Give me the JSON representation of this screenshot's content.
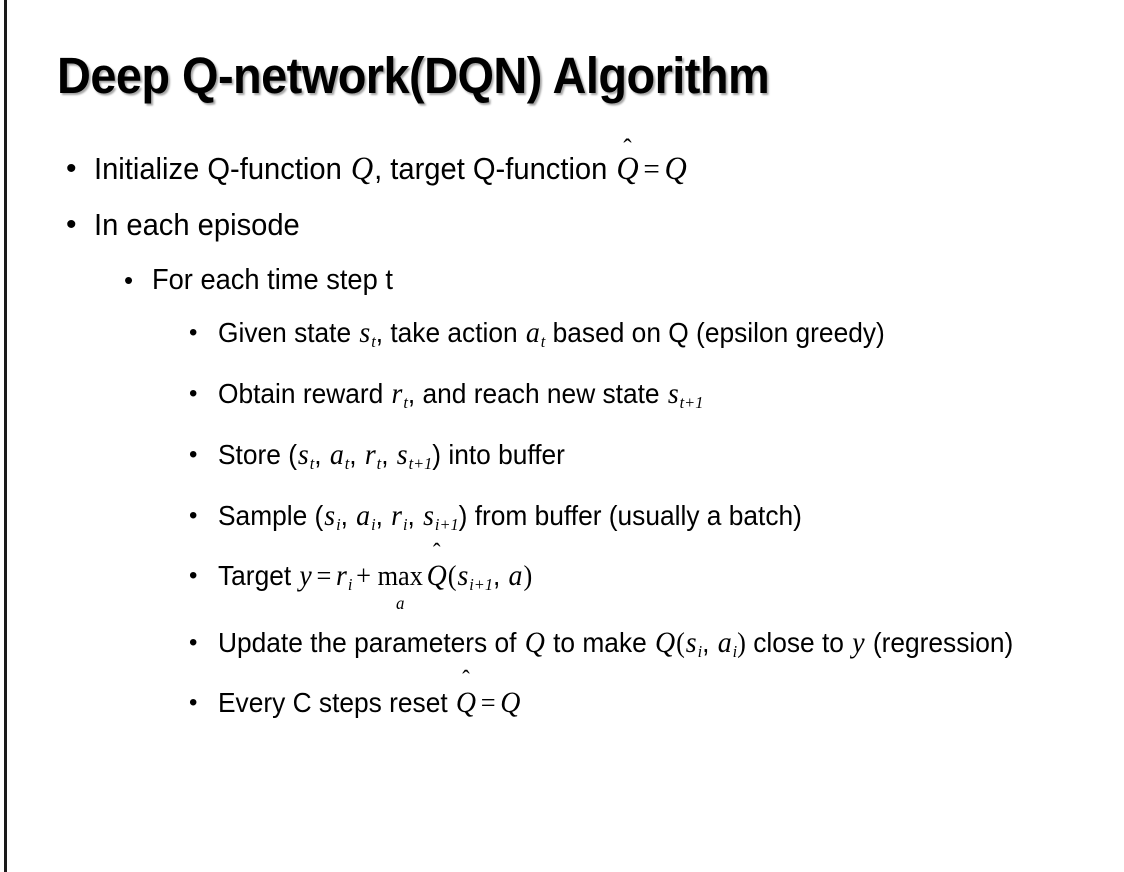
{
  "slide": {
    "title": "Deep Q-network(DQN) Algorithm",
    "background_color": "#ffffff",
    "text_color": "#000000",
    "border_color": "#1a1a1a",
    "bullet_glyph": "•"
  },
  "bullets": {
    "b1_initialize": {
      "prefix": "Initialize Q-function ",
      "q1": "Q",
      "mid": ", target Q-function ",
      "qhat": "Q",
      "hat": "̂",
      "equals": "=",
      "q2": "Q"
    },
    "b2_in_each_episode": "In each episode",
    "b3_for_each_time_step": "For each time step t",
    "b4_given_state": {
      "p1": "Given state ",
      "s": "s",
      "s_sub": "t",
      "p2": ", take action ",
      "a": "a",
      "a_sub": "t",
      "p3": " based on Q (epsilon greedy)"
    },
    "b5_obtain_reward": {
      "p1": "Obtain reward ",
      "r": "r",
      "r_sub": "t",
      "p2": ", and reach new state ",
      "s": "s",
      "s_sub": "t+1"
    },
    "b6_store": {
      "p1": "Store (",
      "s": "s",
      "s_sub": "t",
      "c1": ", ",
      "a": "a",
      "a_sub": "t",
      "c2": ", ",
      "r": "r",
      "r_sub": "t",
      "c3": ", ",
      "s2": "s",
      "s2_sub": "t+1",
      "p2": ") into buffer"
    },
    "b7_sample": {
      "p1": "Sample (",
      "s": "s",
      "s_sub": "i",
      "c1": ", ",
      "a": "a",
      "a_sub": "i",
      "c2": ", ",
      "r": "r",
      "r_sub": "i",
      "c3": ", ",
      "s2": "s",
      "s2_sub": "i+1",
      "p2": ") from buffer (usually a batch)"
    },
    "b8_target": {
      "p1": "Target ",
      "y": "y",
      "eq": "=",
      "r": "r",
      "r_sub": "i",
      "plus": "+",
      "max": "max",
      "max_lim": "a",
      "qhat": "Q",
      "hat": "̂",
      "paren_open": "(",
      "s": "s",
      "s_sub": "i+1",
      "comma": ", ",
      "a": "a",
      "paren_close": ")"
    },
    "b9_update": {
      "p1": "Update the parameters of ",
      "q1": "Q",
      "p2": " to make ",
      "q2": "Q",
      "paren_open": "(",
      "s": "s",
      "s_sub": "i",
      "comma": ", ",
      "a": "a",
      "a_sub": "i",
      "paren_close": ")",
      "p3": " close to ",
      "y": "y",
      "p4": " (regression)"
    },
    "b10_reset": {
      "p1": "Every C steps reset ",
      "qhat": "Q",
      "hat": "̂",
      "equals": "=",
      "q": "Q"
    }
  }
}
